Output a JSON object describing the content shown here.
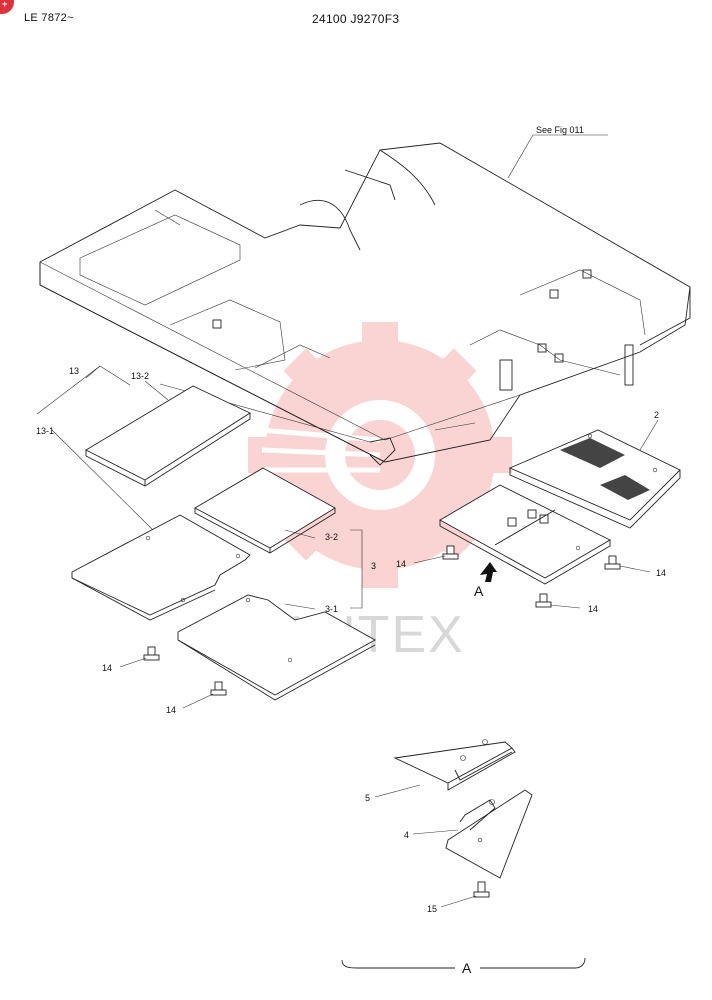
{
  "header": {
    "model": "LE 7872~",
    "part_number": "24100 J9270F3"
  },
  "reference": "See Fig 011",
  "labels": {
    "l13": "13",
    "l13_2": "13-2",
    "l13_1": "13-1",
    "l2": "2",
    "l3": "3",
    "l3_2": "3-2",
    "l3_1": "3-1",
    "l14_a": "14",
    "l14_b": "14",
    "l14_c": "14",
    "l14_d": "14",
    "l14_e": "14",
    "l5": "5",
    "l4": "4",
    "l15": "15",
    "view_a": "A",
    "detail_a": "A"
  },
  "watermark": {
    "text": "VIHTEX",
    "color": "#f3a5a5"
  }
}
